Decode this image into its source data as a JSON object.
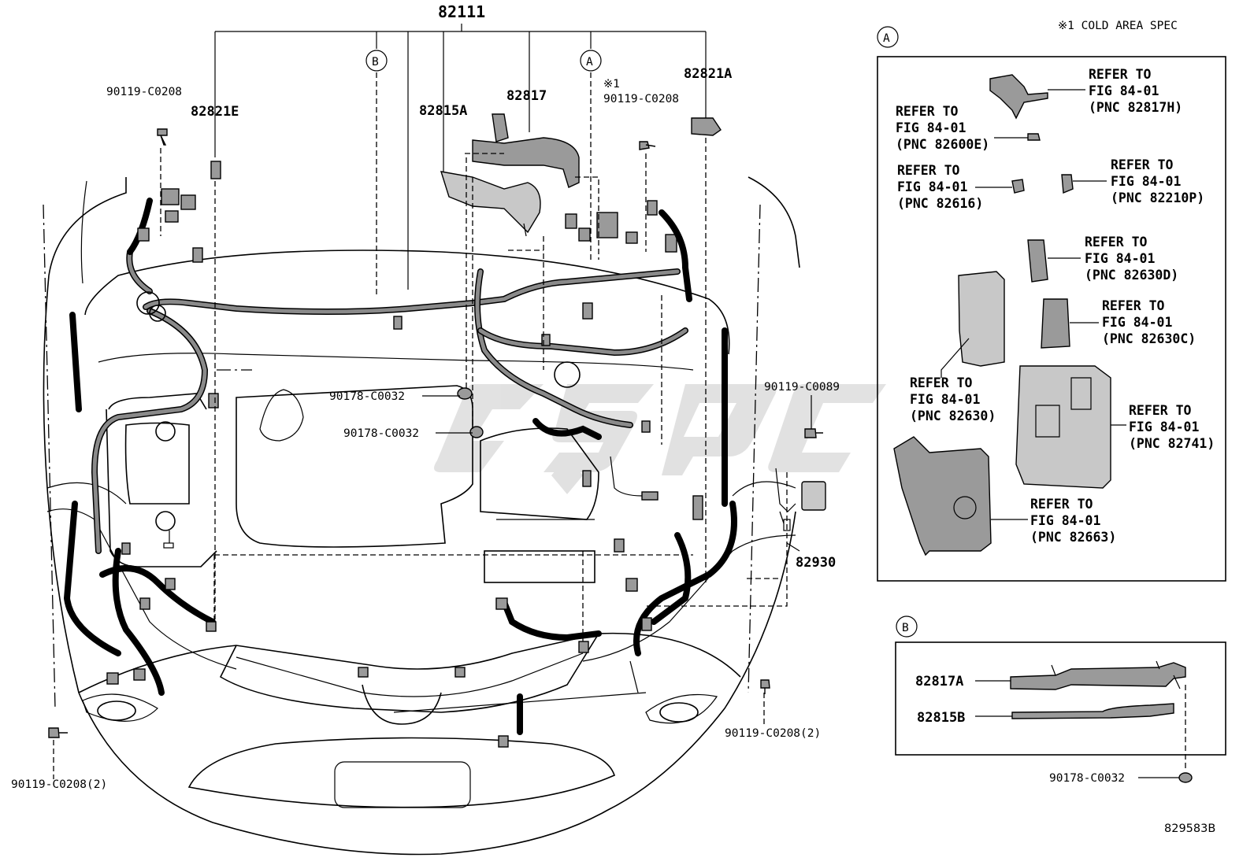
{
  "note": "※1 COLD AREA SPEC",
  "drawing_number": "829583B",
  "watermark": "CSPC",
  "callouts": {
    "main_harness": "82111",
    "sub_a_marker": "A",
    "sub_b_marker": "B",
    "clip_top_left": "90119-C0208",
    "connector_e": "82821E",
    "protector_15a": "82815A",
    "protector_17": "82817",
    "cold_mark": "※1",
    "clip_top_right": "90119-C0208",
    "connector_a": "82821A",
    "clamp_1": "90178-C0032",
    "clamp_2": "90178-C0032",
    "bolt_right": "90119-C0089",
    "relay": "82930",
    "bolt_bottom_right": "90119-C0208(2)",
    "bolt_bottom_left": "90119-C0208(2)"
  },
  "inset_a": {
    "marker": "A",
    "refs": [
      {
        "line1": "REFER TO",
        "line2": "FIG 84-01",
        "line3": "(PNC 82817H)"
      },
      {
        "line1": "REFER TO",
        "line2": "FIG 84-01",
        "line3": "(PNC 82600E)"
      },
      {
        "line1": "REFER TO",
        "line2": "FIG 84-01",
        "line3": "(PNC 82616)"
      },
      {
        "line1": "REFER TO",
        "line2": "FIG 84-01",
        "line3": "(PNC 82210P)"
      },
      {
        "line1": "REFER TO",
        "line2": "FIG 84-01",
        "line3": "(PNC 82630D)"
      },
      {
        "line1": "REFER TO",
        "line2": "FIG 84-01",
        "line3": "(PNC 82630C)"
      },
      {
        "line1": "REFER TO",
        "line2": "FIG 84-01",
        "line3": "(PNC 82630)"
      },
      {
        "line1": "REFER TO",
        "line2": "FIG 84-01",
        "line3": "(PNC 82741)"
      },
      {
        "line1": "REFER TO",
        "line2": "FIG 84-01",
        "line3": "(PNC 82663)"
      }
    ]
  },
  "inset_b": {
    "marker": "B",
    "part_upper": "82817A",
    "part_lower": "82815B",
    "clamp": "90178-C0032"
  }
}
